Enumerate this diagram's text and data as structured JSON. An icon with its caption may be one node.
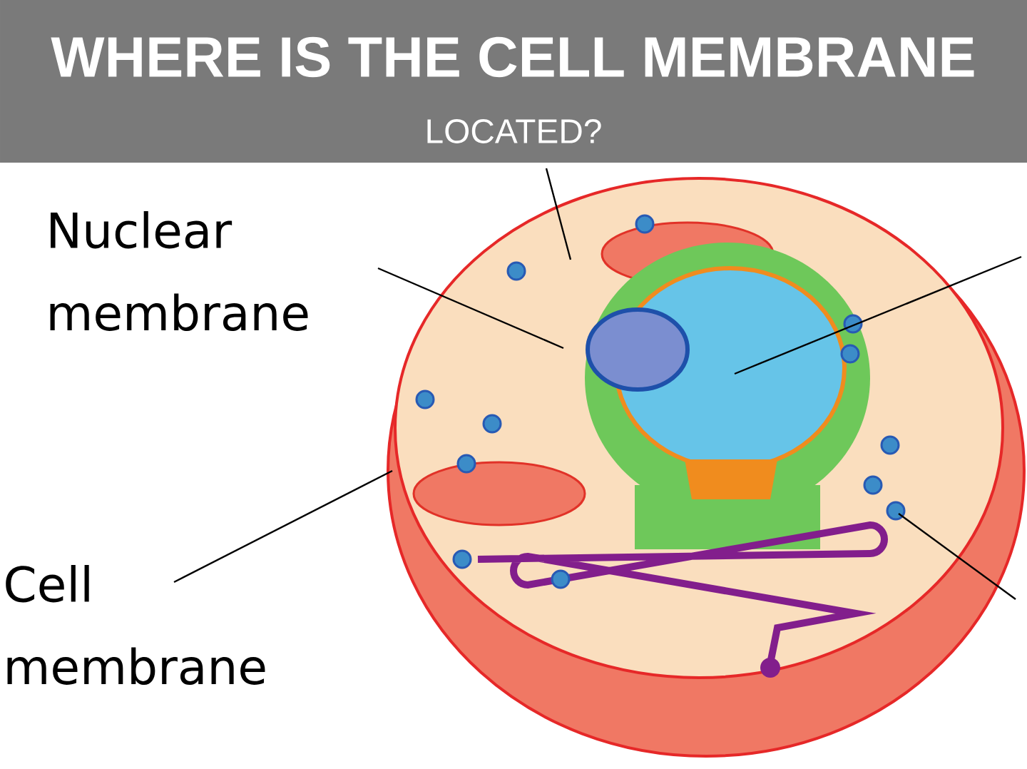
{
  "diagram": {
    "title": "WHERE IS THE CELL MEMBRANE",
    "nodes": [
      {
        "text": [
          "Nuclear membrane"
        ]
      },
      {
        "text": [
          "Cell membrane"
        ]
      }
    ],
    "edges": [
      {
        "from": 0,
        "to": null,
        "arrow": "none"
      },
      {
        "from": 1,
        "to": null,
        "arrow": "none"
      }
    ],
    "labels": [
      "LOCATED?"
    ]
  }
}
